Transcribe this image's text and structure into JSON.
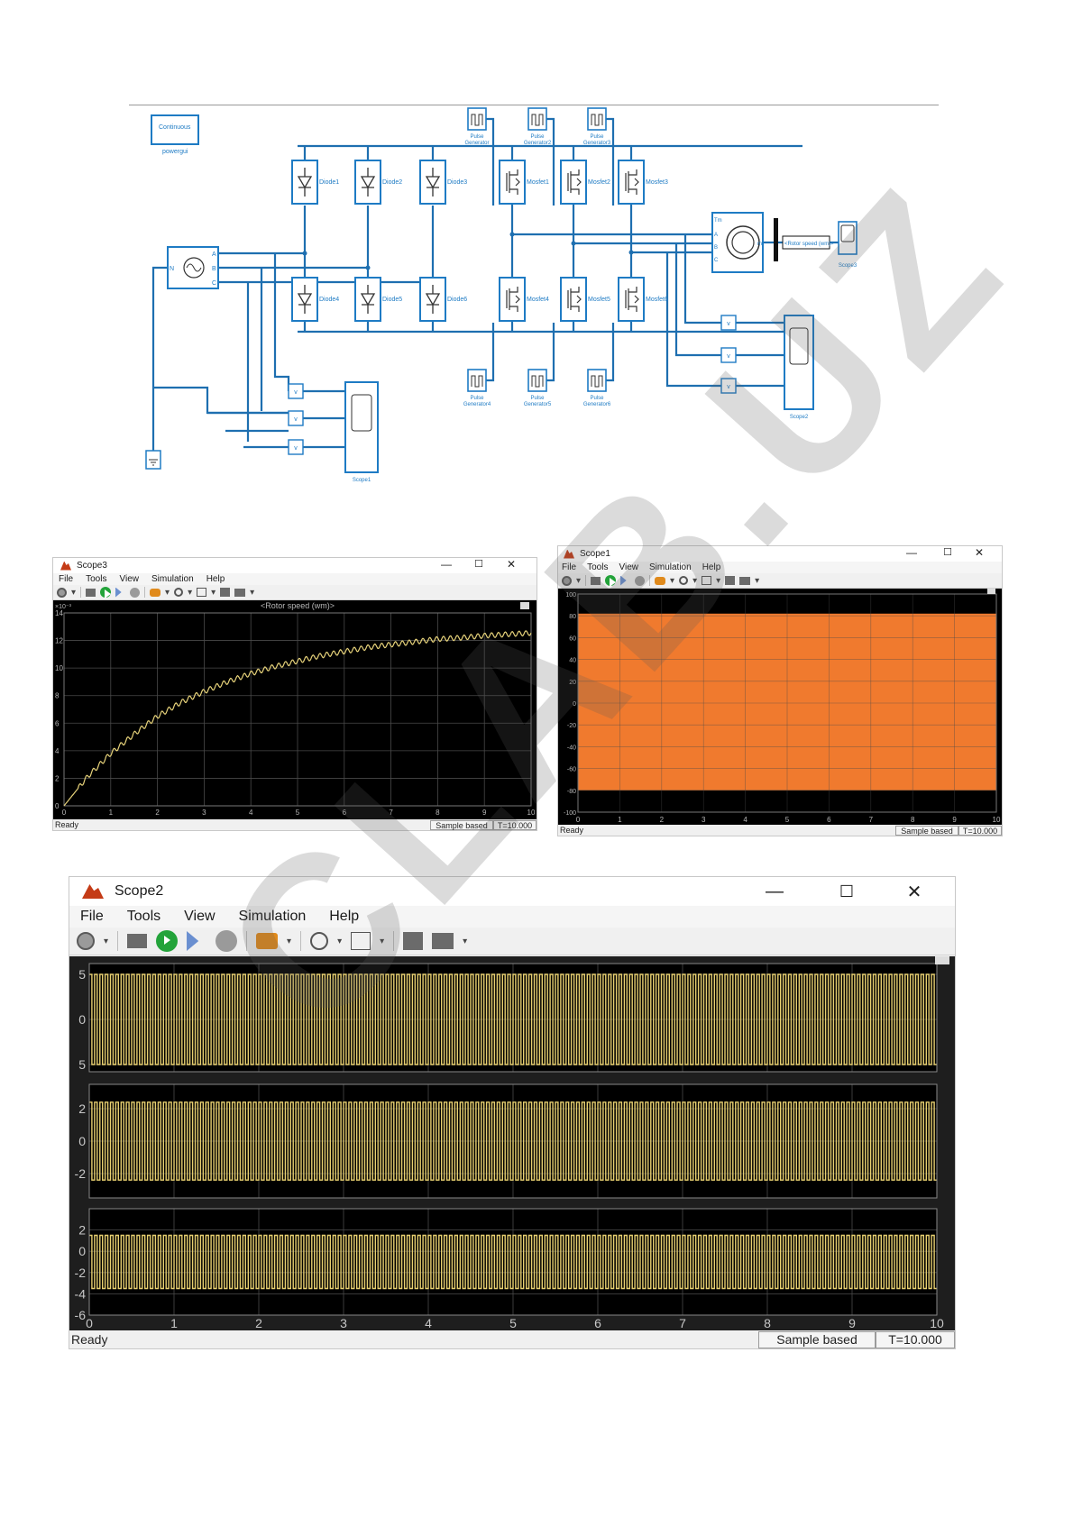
{
  "diagram": {
    "powergui": {
      "label": "Continuous",
      "caption": "powergui"
    },
    "diodes": [
      "Diode1",
      "Diode2",
      "Diode3",
      "Diode4",
      "Diode5",
      "Diode6"
    ],
    "mosfets": [
      "Mosfet1",
      "Mosfet2",
      "Mosfet3",
      "Mosfet4",
      "Mosfet5",
      "Mosfet6"
    ],
    "pulse_top": [
      [
        "Pulse",
        "Generator"
      ],
      [
        "Pulse",
        "Generator2"
      ],
      [
        "Pulse",
        "Generator3"
      ]
    ],
    "pulse_bottom": [
      [
        "Pulse",
        "Generator4"
      ],
      [
        "Pulse",
        "Generator5"
      ],
      [
        "Pulse",
        "Generator6"
      ]
    ],
    "source_ports": [
      "N",
      "A",
      "B",
      "C"
    ],
    "motor_ports": [
      "Tm",
      "A",
      "B",
      "C",
      "m"
    ],
    "selector_label": "<Rotor speed (wm)>",
    "scopes": [
      "Scope1",
      "Scope2",
      "Scope3"
    ],
    "colors": {
      "wire": "#1e6fb0",
      "block": "#1e7bc4"
    }
  },
  "scope3": {
    "title": "Scope3",
    "menu": [
      "File",
      "Tools",
      "View",
      "Simulation",
      "Help"
    ],
    "status": {
      "ready": "Ready",
      "sample": "Sample based",
      "time": "T=10.000"
    },
    "chart_data": {
      "type": "line",
      "title": "<Rotor speed (wm)>",
      "y_multiplier": "×10⁻³",
      "xlim": [
        0,
        10
      ],
      "ylim": [
        0,
        14
      ],
      "x_ticks": [
        0,
        1,
        2,
        3,
        4,
        5,
        6,
        7,
        8,
        9,
        10
      ],
      "y_ticks": [
        0,
        2,
        4,
        6,
        8,
        10,
        12,
        14
      ],
      "series": [
        {
          "color": "#e6d27a",
          "x": [
            0,
            0.5,
            1,
            1.5,
            2,
            2.5,
            3,
            3.5,
            4,
            4.5,
            5,
            5.5,
            6,
            6.5,
            7,
            7.5,
            8,
            8.5,
            9,
            9.5,
            10
          ],
          "y": [
            0,
            2.1,
            3.8,
            5.2,
            6.5,
            7.5,
            8.3,
            9.0,
            9.6,
            10.1,
            10.5,
            10.9,
            11.2,
            11.5,
            11.7,
            11.9,
            12.1,
            12.2,
            12.35,
            12.45,
            12.55
          ]
        }
      ],
      "grid": true
    }
  },
  "scope1": {
    "title": "Scope1",
    "menu": [
      "File",
      "Tools",
      "View",
      "Simulation",
      "Help"
    ],
    "status": {
      "ready": "Ready",
      "sample": "Sample based",
      "time": "T=10.000"
    },
    "chart_data": {
      "type": "area",
      "xlim": [
        0,
        10
      ],
      "ylim": [
        -100,
        100
      ],
      "x_ticks": [
        0,
        1,
        2,
        3,
        4,
        5,
        6,
        7,
        8,
        9,
        10
      ],
      "y_ticks": [
        100,
        80,
        60,
        40,
        20,
        0,
        -20,
        -40,
        -60,
        -80,
        -100
      ],
      "series": [
        {
          "color": "#f07a2e",
          "x": [
            0,
            10
          ],
          "upper": [
            82,
            82
          ],
          "lower": [
            -80,
            -80
          ]
        }
      ],
      "grid": true
    }
  },
  "scope2": {
    "title": "Scope2",
    "menu": [
      "File",
      "Tools",
      "View",
      "Simulation",
      "Help"
    ],
    "status": {
      "ready": "Ready",
      "sample": "Sample based",
      "time": "T=10.000"
    },
    "chart_data": [
      {
        "type": "line",
        "xlim": [
          0,
          10
        ],
        "ylim": [
          -5.8,
          6.2
        ],
        "y_ticks": [
          5,
          0,
          -5
        ],
        "y_tick_labels": [
          "5",
          "0",
          "5"
        ],
        "series": [
          {
            "color": "#e8d070",
            "amplitude": 5,
            "cycles": 160
          }
        ]
      },
      {
        "type": "line",
        "xlim": [
          0,
          10
        ],
        "ylim": [
          -3.5,
          3.5
        ],
        "y_ticks": [
          2,
          0,
          -2
        ],
        "y_tick_labels": [
          "2",
          "0",
          "-2"
        ],
        "series": [
          {
            "color": "#e8d070",
            "amplitude": 2.4,
            "cycles": 160
          }
        ]
      },
      {
        "type": "line",
        "xlim": [
          0,
          10
        ],
        "ylim": [
          -6,
          4
        ],
        "y_ticks": [
          2,
          0,
          -2,
          -4,
          -6
        ],
        "y_tick_labels": [
          "2",
          "0",
          "-2",
          "-4",
          "-6"
        ],
        "x_ticks": [
          0,
          1,
          2,
          3,
          4,
          5,
          6,
          7,
          8,
          9,
          10
        ],
        "series": [
          {
            "color": "#e8d070",
            "amplitude": 2.5,
            "offset": -1,
            "cycles": 160
          }
        ]
      }
    ]
  },
  "watermark": "CLAB.UZ"
}
